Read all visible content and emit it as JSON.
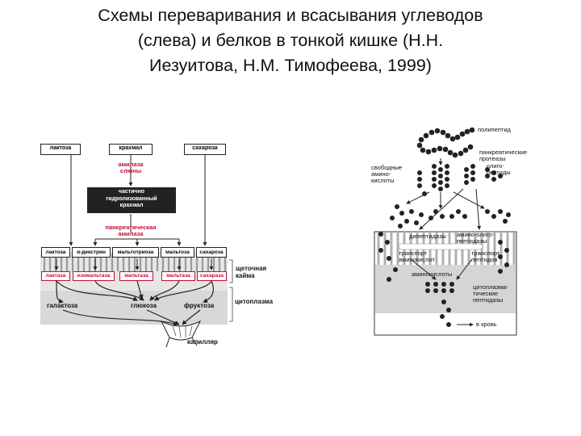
{
  "title": {
    "line1": "Схемы переваривания и всасывания углеводов",
    "line2": "(слева) и белков в тонкой кишке (Н.Н.",
    "line3": "Иезуитова, Н.М. Тимофеева, 1999)"
  },
  "carb": {
    "top": [
      "лактоза",
      "крахмал",
      "сахароза"
    ],
    "amylase_saliva": [
      "амилаза",
      "слюны"
    ],
    "partial": [
      "частично",
      "гидролизованный",
      "крахмал"
    ],
    "pancreatic": [
      "панкреатическая",
      "амилаза"
    ],
    "row_products": [
      "лактоза",
      "α-декстрин",
      "мальтотриоза",
      "мальтоза",
      "сахароза"
    ],
    "enzymes": [
      "лактаза",
      "изомальтаза",
      "мальтаза",
      "мальтаза",
      "сахараза"
    ],
    "brush_border": [
      "щеточная",
      "кайма"
    ],
    "cytoplasm": "цитоплазма",
    "monosaccharides": [
      "галактоза",
      "глюкоза",
      "фруктоза"
    ],
    "capillary": "капилляр"
  },
  "protein": {
    "polypeptide": "полипептид",
    "pancreatic_proteases": [
      "панкреатические",
      "протеазы"
    ],
    "free_aminoacids": [
      "свободные",
      "амино-",
      "кислоты"
    ],
    "oligopeptides": [
      "олиго-",
      "пептиды"
    ],
    "dipeptidases": "дипептидазы",
    "aminooligopeptidases": [
      "амино-олиго-",
      "пептидазы"
    ],
    "aa_transporter": [
      "транспорт",
      "аминокислот"
    ],
    "peptide_transporter": [
      "транспорт",
      "пептидов"
    ],
    "aminoacids": "аминокислоты",
    "cytoplasmic_peptidases": [
      "цитоплазма-",
      "тические",
      "пептидазы"
    ],
    "to_blood": "в кровь"
  },
  "colors": {
    "enzyme_red": "#c0103a",
    "dark": "#222222",
    "gray_band": "#d8d8d8"
  }
}
